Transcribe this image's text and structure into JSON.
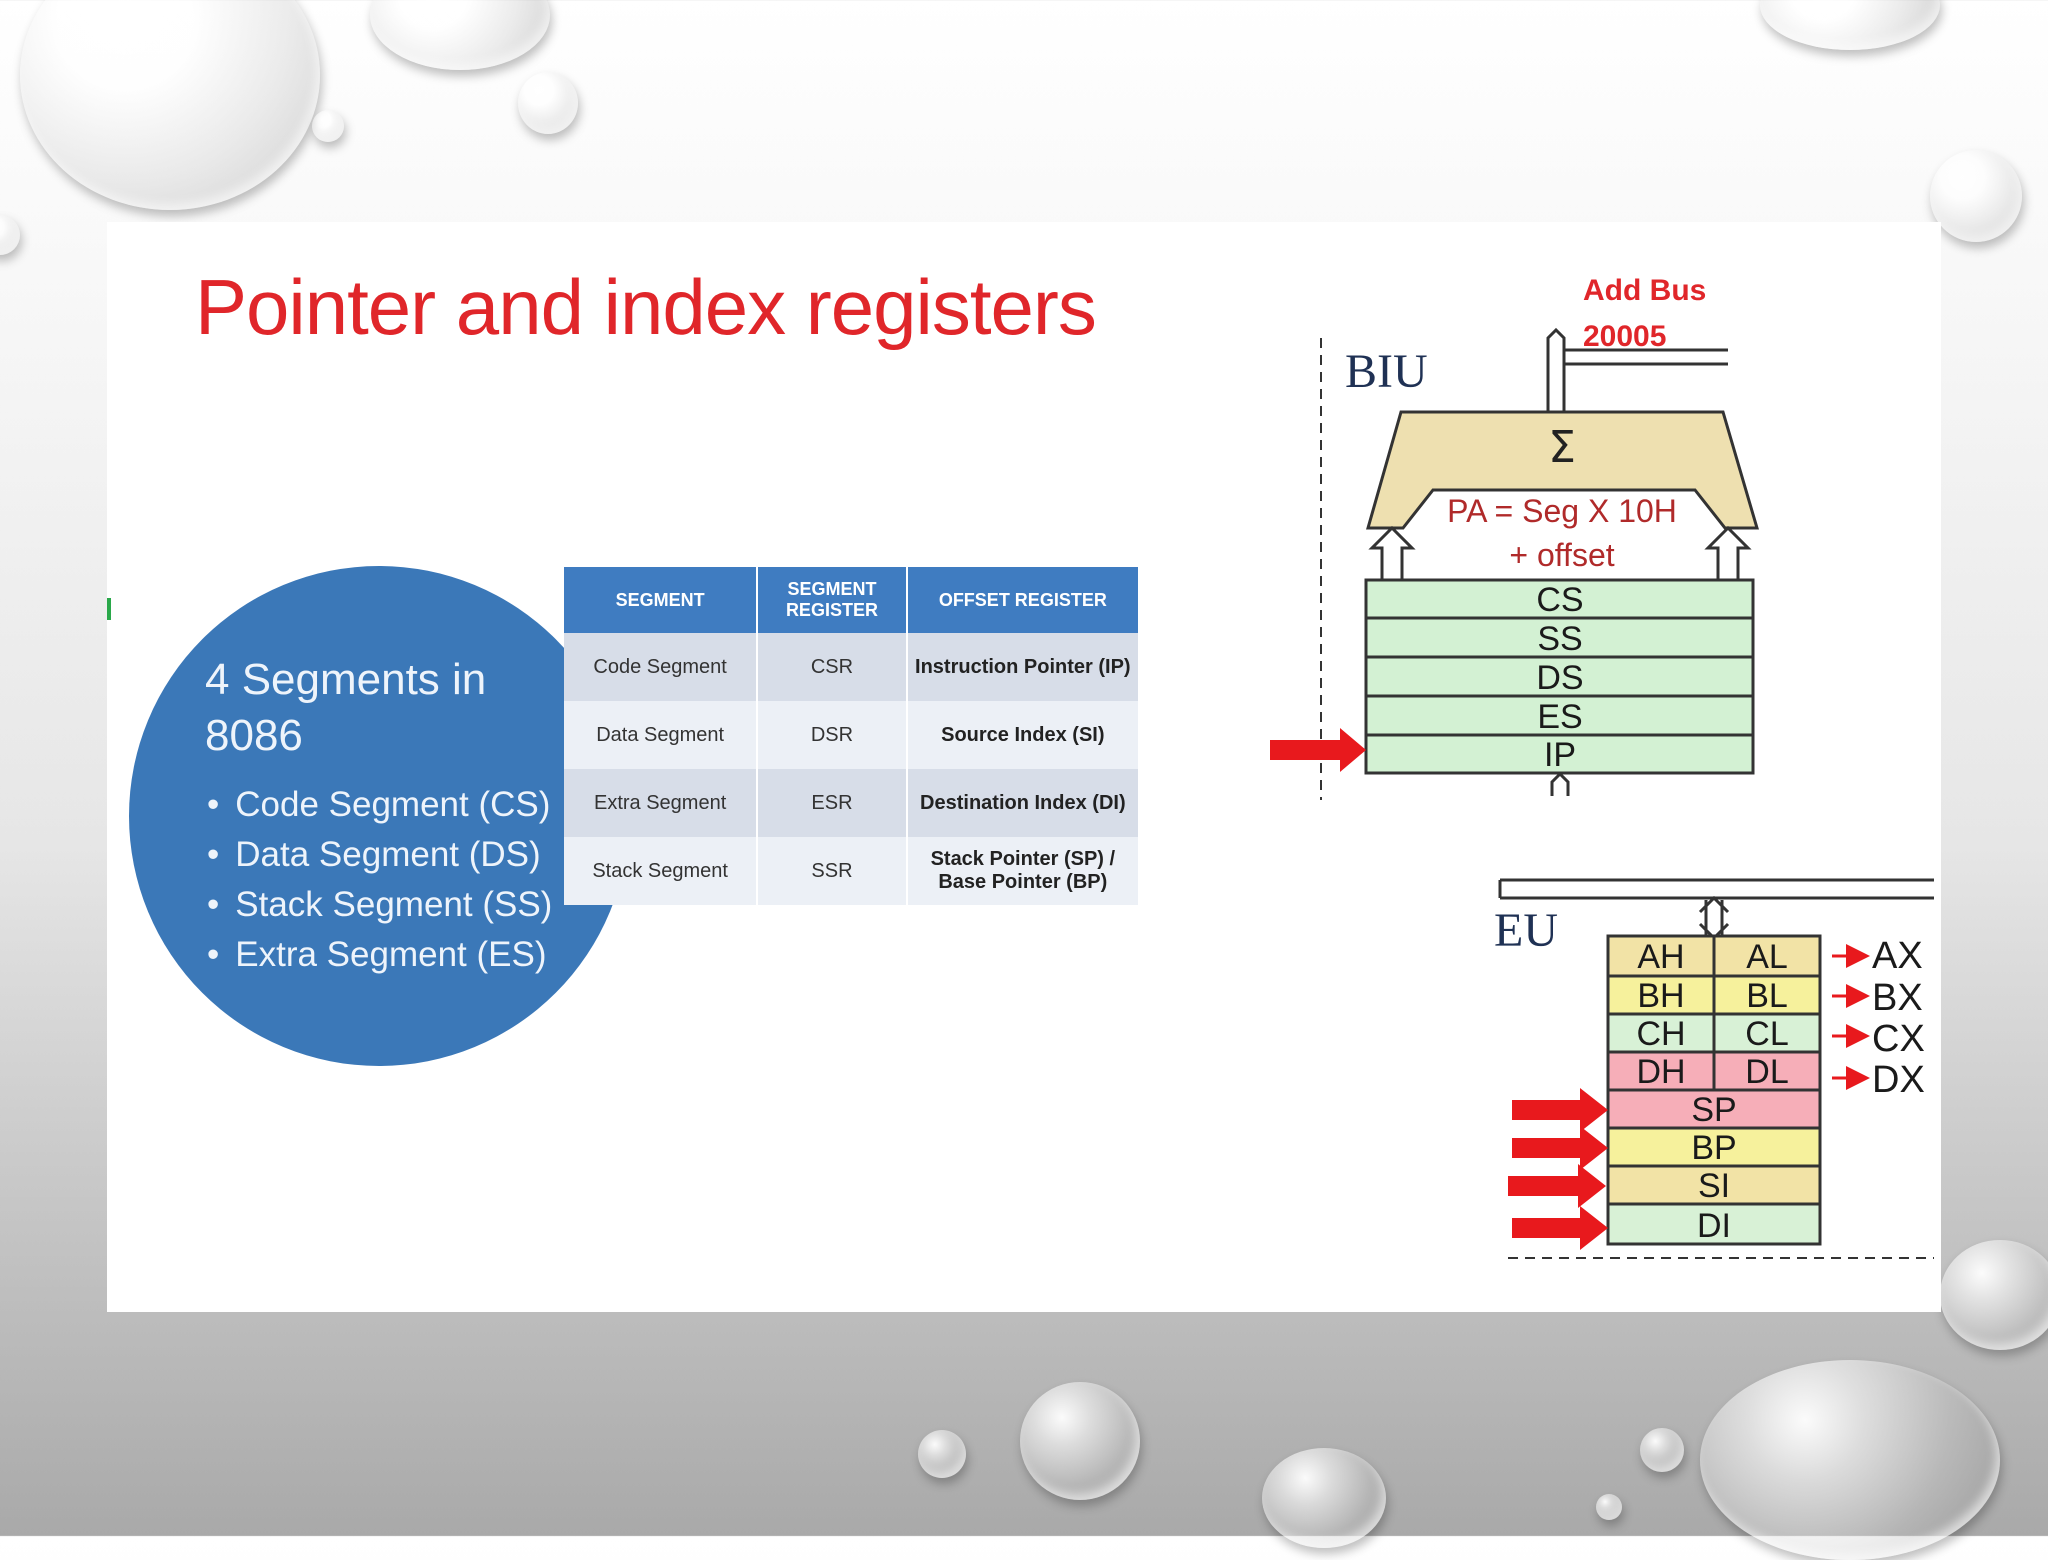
{
  "title": "Pointer and index registers",
  "circle": {
    "heading": "4 Segments in 8086",
    "items": [
      "Code Segment (CS)",
      "Data Segment (DS)",
      "Stack Segment (SS)",
      "Extra Segment (ES)"
    ]
  },
  "table": {
    "headers": [
      "SEGMENT",
      "SEGMENT REGISTER",
      "OFFSET REGISTER"
    ],
    "rows": [
      [
        "Code Segment",
        "CSR",
        "Instruction Pointer (IP)"
      ],
      [
        "Data Segment",
        "DSR",
        "Source Index (SI)"
      ],
      [
        "Extra Segment",
        "ESR",
        "Destination Index (DI)"
      ],
      [
        "Stack Segment",
        "SSR",
        "Stack Pointer (SP) / Base Pointer (BP)"
      ]
    ]
  },
  "biu": {
    "label": "BIU",
    "bus_label": "Add Bus",
    "bus_value": "20005",
    "sigma": "Σ",
    "formula_line1": "PA = Seg X 10H",
    "formula_line2": "+ offset",
    "registers": [
      "CS",
      "SS",
      "DS",
      "ES",
      "IP"
    ]
  },
  "eu": {
    "label": "EU",
    "pairs": [
      {
        "high": "AH",
        "low": "AL",
        "full": "AX"
      },
      {
        "high": "BH",
        "low": "BL",
        "full": "BX"
      },
      {
        "high": "CH",
        "low": "CL",
        "full": "CX"
      },
      {
        "high": "DH",
        "low": "DL",
        "full": "DX"
      }
    ],
    "pointers": [
      "SP",
      "BP",
      "SI",
      "DI"
    ]
  },
  "colors": {
    "title": "#e0262a",
    "circle": "#3b78b8",
    "table_header": "#3f7cc1",
    "adder": "#eee0b0",
    "seg_regs": "#d3f1d3",
    "arrow": "#e8191d",
    "eu_rows": [
      "#f2e3a6",
      "#f6f19c",
      "#d8f1d6",
      "#f6aeb8",
      "#f6aeb8",
      "#f6f19c",
      "#f2e3a6",
      "#d8f1d6"
    ]
  }
}
